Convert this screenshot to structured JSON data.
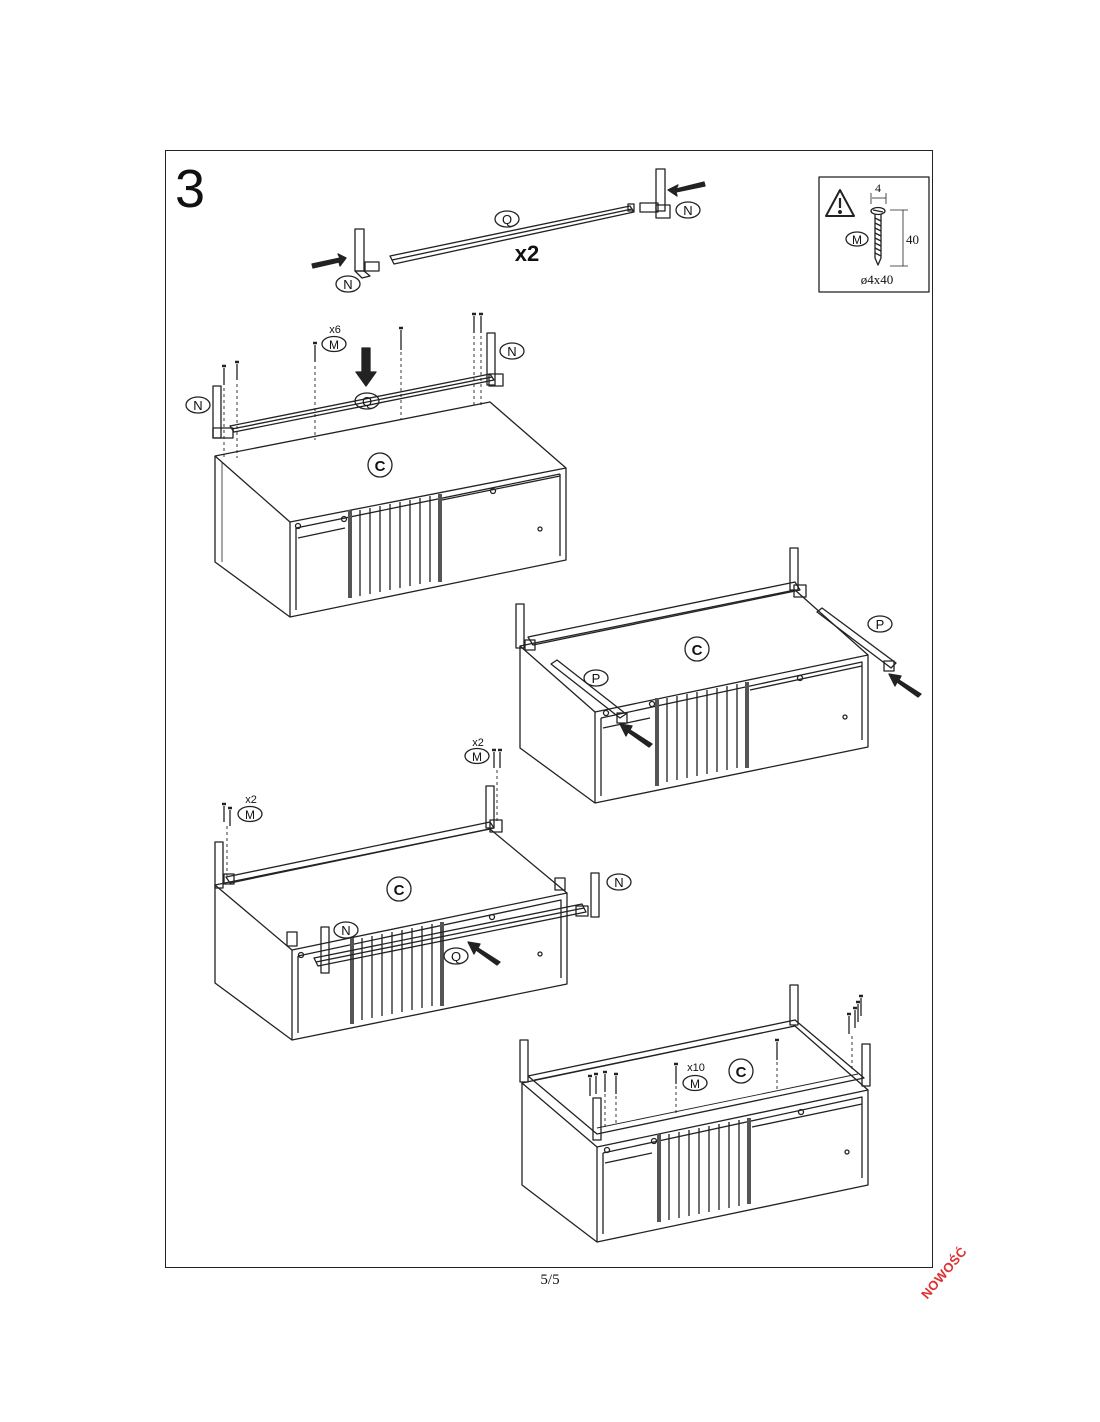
{
  "step": {
    "number": "3"
  },
  "parts": {
    "N": "N",
    "Q": "Q",
    "M": "M",
    "C": "C",
    "P": "P"
  },
  "quantities": {
    "rail_pair": "x2",
    "screws_top": "x6",
    "screws_left": "x2",
    "screws_right": "x2",
    "screws_final": "x10"
  },
  "hardware": {
    "code": "M",
    "head_diameter": "4",
    "length": "40",
    "spec": "ø4x40",
    "warning_icon": "warning-triangle-icon"
  },
  "footer": {
    "page": "5/5",
    "stamp": "NOWOŚĆ",
    "stamp_color": "#e03030"
  }
}
